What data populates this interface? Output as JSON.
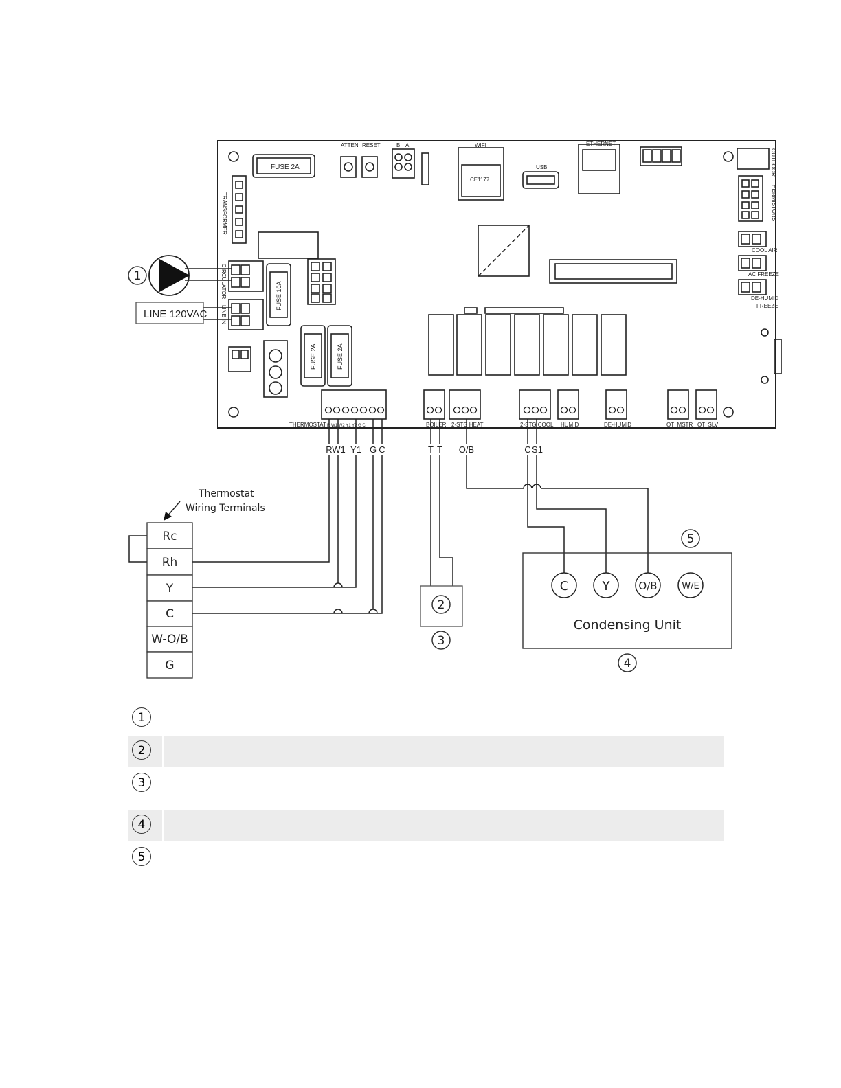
{
  "board": {
    "fuse_top": "FUSE 2A",
    "fuse_10a": "FUSE 10A",
    "fuse_a": "FUSE 2A",
    "fuse_b": "FUSE 2A",
    "atten": "ATTEN",
    "reset": "RESET",
    "b_label": "B",
    "a_label": "A",
    "wifi": "WIFI",
    "ce": "CE1177",
    "usb": "USB",
    "ethernet": "ETHERNET",
    "outdoor": "OUTDOOR",
    "thermistors": "THERMISTORS",
    "transformer": "TRANSFORMER",
    "circulator": "CIRCULATOR",
    "line_in": "LINE IN",
    "cool_air": "COOL AIR",
    "ac_freeze": "AC FREEZE",
    "dehumid_freeze_1": "DE-HUMID",
    "dehumid_freeze_2": "FREEZE",
    "thermostat": "THERMOSTAT",
    "thermostat_pins": "R  W1 W2  Y1  Y2  G  C",
    "boiler": "BOILER",
    "two_stg_heat": "2-STG HEAT",
    "two_stg_cool": "2-STG COOL",
    "humid": "HUMID",
    "dehumid": "DE-HUMID",
    "ot_mstr": "OT_MSTR",
    "ot_slv": "OT_SLV"
  },
  "callouts": {
    "line_voltage": "LINE 120VAC",
    "one": "1",
    "two": "2",
    "three": "3",
    "four": "4",
    "five": "5"
  },
  "wire_labels": {
    "r": "R",
    "w1": "W1",
    "y1": "Y1",
    "g": "G",
    "c": "C",
    "t1": "T",
    "t2": "T",
    "ob": "O/B",
    "c2": "C",
    "s1": "S1"
  },
  "thermostat_block": {
    "title_1": "Thermostat",
    "title_2": "Wiring Terminals",
    "terminals": [
      "Rc",
      "Rh",
      "Y",
      "C",
      "W-O/B",
      "G"
    ]
  },
  "condensing_unit": {
    "title": "Condensing Unit",
    "terminals": [
      "C",
      "Y",
      "O/B",
      "W/E"
    ]
  },
  "legend": {
    "items": [
      {
        "num": "1",
        "text": ""
      },
      {
        "num": "2",
        "text": ""
      },
      {
        "num": "3",
        "text": ""
      },
      {
        "num": "4",
        "text": ""
      },
      {
        "num": "5",
        "text": ""
      }
    ]
  }
}
